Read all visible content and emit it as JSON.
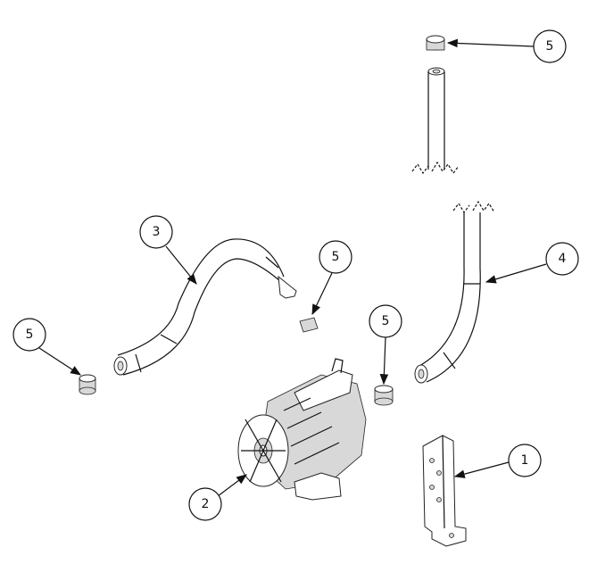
{
  "diagram": {
    "callouts": [
      {
        "id": "c1",
        "label": "5",
        "target": "top-cap"
      },
      {
        "id": "c2",
        "label": "3",
        "target": "left-hose"
      },
      {
        "id": "c3",
        "label": "5",
        "target": "small-clip"
      },
      {
        "id": "c4",
        "label": "4",
        "target": "right-hose"
      },
      {
        "id": "c5",
        "label": "5",
        "target": "left-ring"
      },
      {
        "id": "c6",
        "label": "5",
        "target": "mid-ring"
      },
      {
        "id": "c7",
        "label": "1",
        "target": "bracket"
      },
      {
        "id": "c8",
        "label": "2",
        "target": "pump-motor"
      }
    ]
  }
}
